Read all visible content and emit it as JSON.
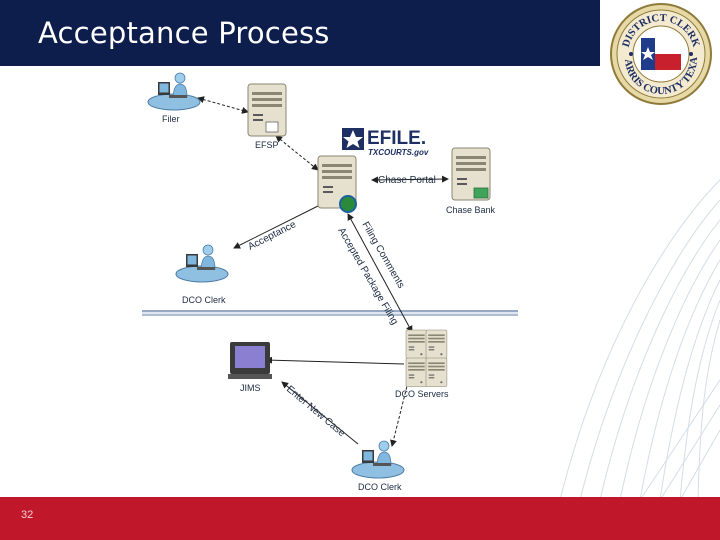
{
  "slide": {
    "title": "Acceptance Process",
    "number": "32"
  },
  "seal": {
    "top_text": "DISTRICT CLERK",
    "bottom_text": "HARRIS COUNTY TEXAS"
  },
  "efile_logo": {
    "main": "EFILE.",
    "sub": "TXCOURTS.gov"
  },
  "nodes": {
    "filer": "Filer",
    "efsp": "EFSP",
    "chase_bank": "Chase Bank",
    "dco_clerk_top": "DCO Clerk",
    "jims": "JIMS",
    "dco_servers": "DCO Servers",
    "dco_clerk_bottom": "DCO Clerk"
  },
  "edges": {
    "chase_portal": "Chase Portal",
    "acceptance": "Acceptance",
    "filing_comments": "Filing Comments",
    "accepted_package_filing": "Accepted Package Filing",
    "enter_new_case": "Enter New Case"
  },
  "colors": {
    "header": "#0d1e4c",
    "footer": "#c0182a",
    "server": "#e6e1cf",
    "person": "#7fb7df",
    "divider": "#7d93b5"
  }
}
